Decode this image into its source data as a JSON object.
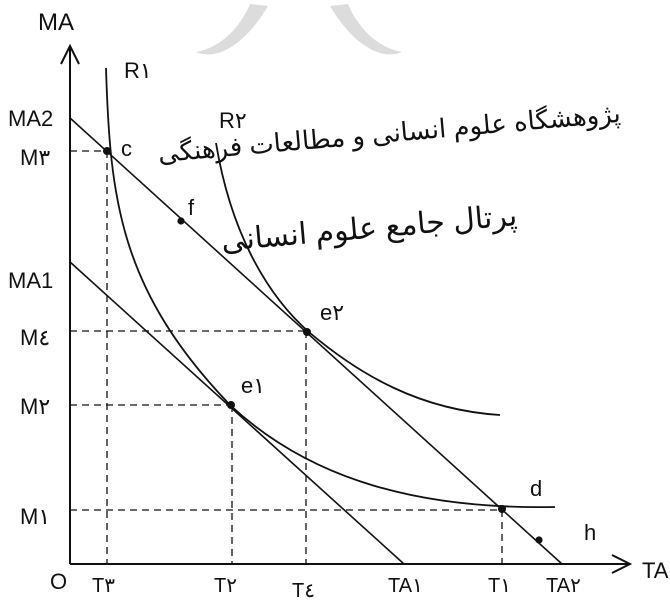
{
  "axes": {
    "y_label": "MA",
    "x_label": "TA",
    "origin": "O"
  },
  "y_ticks": [
    "MA2",
    "M۳",
    "MA1",
    "M٤",
    "M۲",
    "M۱"
  ],
  "x_ticks": [
    "T۳",
    "T۲",
    "T٤",
    "TA۱",
    "T۱",
    "TA۲"
  ],
  "curves": [
    "R۱",
    "R۲"
  ],
  "points": [
    "c",
    "f",
    "e۲",
    "e۱",
    "d",
    "h"
  ],
  "watermark": {
    "line1": "پژوهشگاه علوم انسانی و مطالعات فرهنگی",
    "line2": "پرتال جامع علوم انسانی"
  },
  "colors": {
    "ink": "#111111",
    "watermark": "#c8c8c8"
  }
}
